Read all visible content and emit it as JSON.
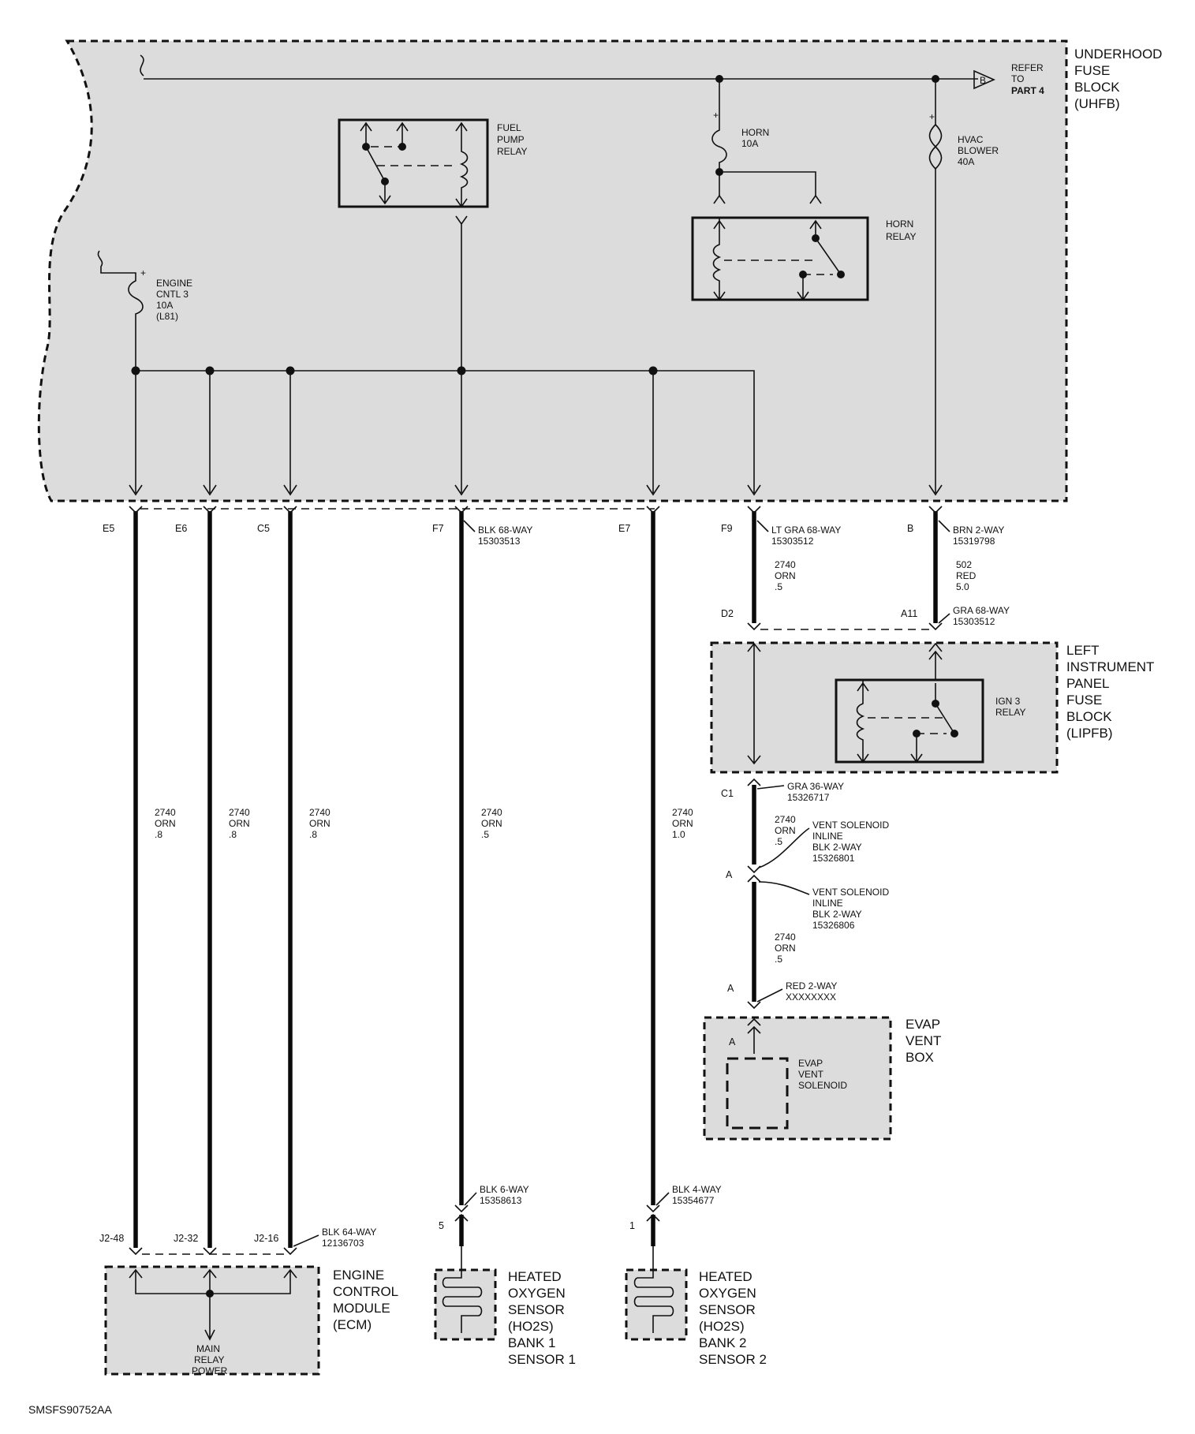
{
  "diagram_id": "SMSFS90752AA",
  "underhood": {
    "label": [
      "UNDERHOOD",
      "FUSE",
      "BLOCK",
      "(UHFB)"
    ],
    "refer": [
      "REFER",
      "TO"
    ],
    "refer_part": "PART 4",
    "refer_pin": "B",
    "fuel_pump_relay": [
      "FUEL",
      "PUMP",
      "RELAY"
    ],
    "horn_fuse": [
      "HORN",
      "10A"
    ],
    "horn_relay": [
      "HORN",
      "RELAY"
    ],
    "hvac_fuse": [
      "HVAC",
      "BLOWER",
      "40A"
    ],
    "engine_fuse": [
      "ENGINE",
      "CNTL 3",
      "10A",
      "(L81)"
    ]
  },
  "connectors": {
    "e5": "E5",
    "e6": "E6",
    "c5": "C5",
    "f7": "F7",
    "e7": "E7",
    "f9": "F9",
    "b": "B",
    "blk68": [
      "BLK 68-WAY",
      "15303513"
    ],
    "ltgra68": [
      "LT GRA 68-WAY",
      "15303512"
    ],
    "brn2": [
      "BRN 2-WAY",
      "15319798"
    ],
    "d2": "D2",
    "a11": "A11",
    "gra68": [
      "GRA 68-WAY",
      "15303512"
    ],
    "c1": "C1",
    "gra36": [
      "GRA 36-WAY",
      "15326717"
    ],
    "inline_top_pin": "A",
    "inline1": [
      "VENT SOLENOID",
      "INLINE",
      "BLK 2-WAY",
      "15326801"
    ],
    "inline2": [
      "VENT SOLENOID",
      "INLINE",
      "BLK 2-WAY",
      "15326806"
    ],
    "red2_pin": "A",
    "red2": [
      "RED 2-WAY",
      "XXXXXXXX"
    ],
    "blk6": [
      "BLK 6-WAY",
      "15358613"
    ],
    "blk6_pin": "5",
    "blk4": [
      "BLK 4-WAY",
      "15354677"
    ],
    "blk4_pin": "1",
    "j2_48": "J2-48",
    "j2_32": "J2-32",
    "j2_16": "J2-16",
    "blk64": [
      "BLK 64-WAY",
      "12136703"
    ]
  },
  "wires": {
    "w1": [
      "2740",
      "ORN",
      ".8"
    ],
    "w2": [
      "2740",
      "ORN",
      ".8"
    ],
    "w3": [
      "2740",
      "ORN",
      ".8"
    ],
    "w4": [
      "2740",
      "ORN",
      ".5"
    ],
    "w5": [
      "2740",
      "ORN",
      "1.0"
    ],
    "w6": [
      "2740",
      "ORN",
      ".5"
    ],
    "w7": [
      "502",
      "RED",
      "5.0"
    ],
    "w8": [
      "2740",
      "ORN",
      ".5"
    ],
    "w9": [
      "2740",
      "ORN",
      ".5"
    ]
  },
  "lipfb": {
    "label": [
      "LEFT",
      "INSTRUMENT",
      "PANEL",
      "FUSE",
      "BLOCK",
      "(LIPFB)"
    ],
    "relay": [
      "IGN 3",
      "RELAY"
    ]
  },
  "evap": {
    "label": [
      "EVAP",
      "VENT",
      "BOX"
    ],
    "pin": "A",
    "solenoid": [
      "EVAP",
      "VENT",
      "SOLENOID"
    ]
  },
  "ecm": {
    "label": [
      "ENGINE",
      "CONTROL",
      "MODULE",
      "(ECM)"
    ],
    "inner": [
      "MAIN",
      "RELAY",
      "POWER"
    ]
  },
  "ho2s1": {
    "label": [
      "HEATED",
      "OXYGEN",
      "SENSOR",
      "(HO2S)",
      "BANK 1",
      "SENSOR 1"
    ]
  },
  "ho2s2": {
    "label": [
      "HEATED",
      "OXYGEN",
      "SENSOR",
      "(HO2S)",
      "BANK 2",
      "SENSOR 2"
    ]
  }
}
